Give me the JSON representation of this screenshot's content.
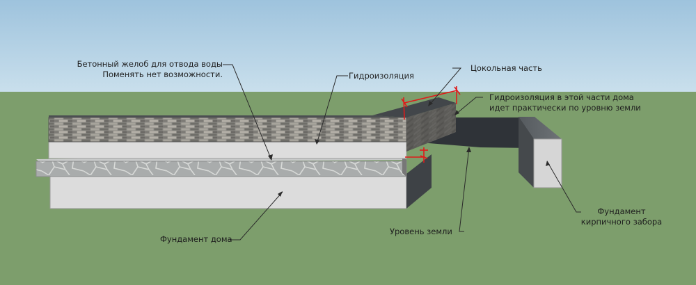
{
  "labels": {
    "gutter_line1": "Бетонный желоб для отвода воды",
    "gutter_line2": "Поменять нет возможности.",
    "waterproofing": "Гидроизоляция",
    "plinth": "Цокольная часть",
    "waterproofing_note_line1": "Гидроизоляция в этой части дома",
    "waterproofing_note_line2": "идет практически по уровню земли",
    "house_foundation": "Фундамент дома",
    "ground_level": "Уровень земли",
    "fence_foundation_line1": "Фундамент",
    "fence_foundation_line2": "кирпичного забора"
  },
  "colors": {
    "sky": "#b5d3e6",
    "grass": "#7d9e6c",
    "concrete": "#d9d9d9",
    "dark_surface": "#2f3338",
    "brick": "#8c8a84",
    "dimension_marker": "#e01a1a"
  }
}
